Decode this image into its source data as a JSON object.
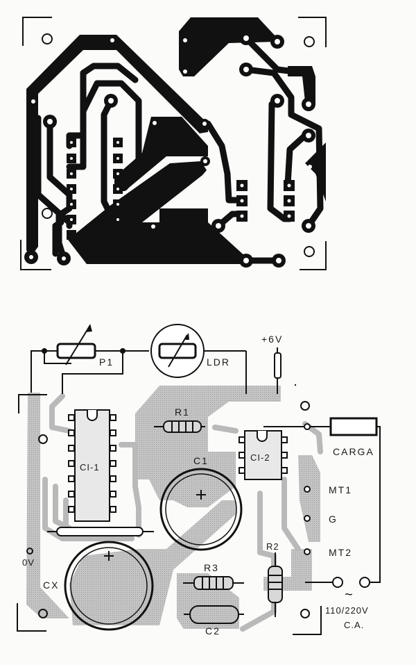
{
  "diagram": {
    "top_view": {
      "title": "PCB copper trace layout (foil side)",
      "ink_color": "#111111"
    },
    "bottom_view": {
      "title": "Component placement (component side)",
      "trace_color": "#b9b9b9",
      "components": {
        "p1": "P1",
        "ldr": "LDR",
        "supply": "+6V",
        "r1": "R1",
        "c1": "C1",
        "ci1": "CI-1",
        "ci2": "CI-2",
        "load": "CARGA",
        "mt1": "MT1",
        "gate": "G",
        "mt2": "MT2",
        "r2": "R2",
        "r3": "R3",
        "c2": "C2",
        "cx": "CX",
        "ground": "0V",
        "ac_symbol": "~",
        "ac_voltage": "110/220V",
        "ac_label": "C.A."
      }
    }
  }
}
